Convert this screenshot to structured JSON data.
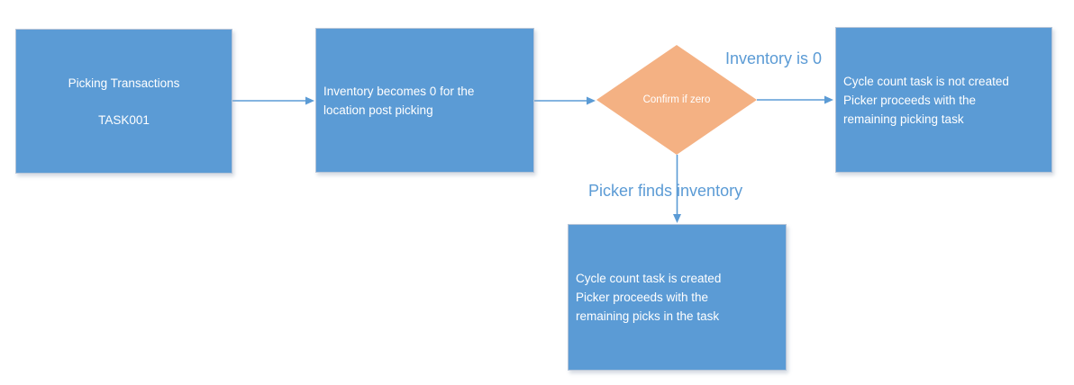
{
  "diagram": {
    "type": "flowchart",
    "nodes": [
      {
        "id": "picking-transactions",
        "shape": "process",
        "lines": [
          "Picking Transactions",
          "TASK001"
        ]
      },
      {
        "id": "inventory-becomes-zero",
        "shape": "process",
        "lines": [
          "Inventory becomes 0 for the",
          "location post picking"
        ]
      },
      {
        "id": "confirm-if-zero",
        "shape": "decision",
        "label": "Confirm if zero"
      },
      {
        "id": "cycle-count-not-created",
        "shape": "process",
        "lines": [
          "Cycle count task is not created",
          "Picker proceeds with the",
          "remaining picking task"
        ]
      },
      {
        "id": "cycle-count-created",
        "shape": "process",
        "lines": [
          "Cycle count task is created",
          "Picker proceeds with the",
          "remaining picks in the task"
        ]
      }
    ],
    "edges": [
      {
        "from": "picking-transactions",
        "to": "inventory-becomes-zero",
        "label": ""
      },
      {
        "from": "inventory-becomes-zero",
        "to": "confirm-if-zero",
        "label": ""
      },
      {
        "from": "confirm-if-zero",
        "to": "cycle-count-not-created",
        "label": "Inventory is 0"
      },
      {
        "from": "confirm-if-zero",
        "to": "cycle-count-created",
        "label": "Picker finds inventory"
      }
    ],
    "colors": {
      "process_fill": "#5b9bd5",
      "decision_fill": "#f4b183",
      "connector": "#5b9bd5",
      "node_text": "#ffffff",
      "edge_label_text": "#5b9bd5",
      "background": "#ffffff"
    }
  }
}
